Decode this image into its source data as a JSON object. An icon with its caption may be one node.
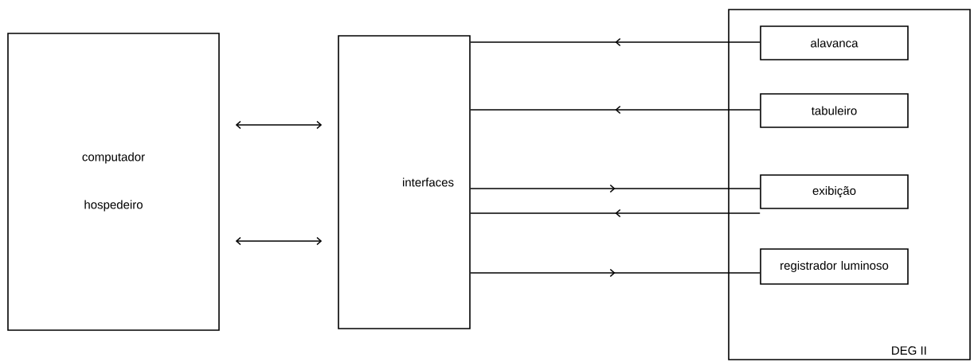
{
  "diagram": {
    "nodes": [
      {
        "text": [
          "computador hospedeiro"
        ]
      },
      {
        "text": [
          "interfaces"
        ]
      },
      {
        "text": [
          "DEG II"
        ]
      },
      {
        "text": [
          "alavanca"
        ],
        "in": 2
      },
      {
        "text": [
          "tabuleiro"
        ],
        "in": 2
      },
      {
        "text": [
          "exibição"
        ],
        "in": 2
      },
      {
        "text": [
          "registrador luminoso"
        ],
        "in": 2
      }
    ],
    "edges": [
      {
        "from": 0,
        "to": 1,
        "arrow": "both"
      },
      {
        "from": 0,
        "to": 1,
        "arrow": "both"
      },
      {
        "from": 3,
        "to": 1,
        "arrow": "to"
      },
      {
        "from": 4,
        "to": 1,
        "arrow": "to"
      },
      {
        "from": 1,
        "to": 5,
        "arrow": "to"
      },
      {
        "from": 5,
        "to": 1,
        "arrow": "to"
      },
      {
        "from": 1,
        "to": 6,
        "arrow": "to"
      }
    ]
  }
}
